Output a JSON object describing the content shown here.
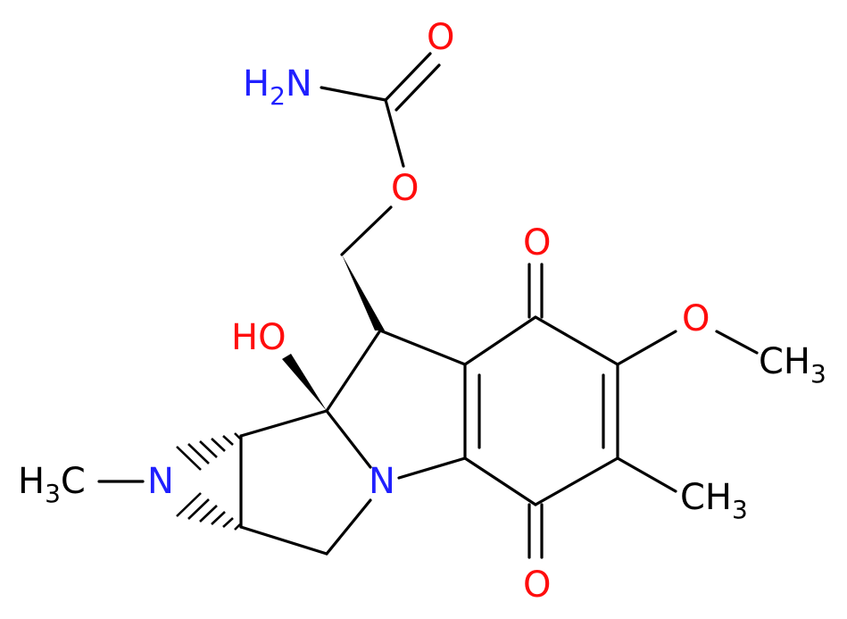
{
  "molecule": {
    "colors": {
      "bond": "#000000",
      "nitrogen": "#2020ff",
      "oxygen": "#ff0d0d",
      "carbon": "#000000"
    },
    "labels": {
      "amine_h": "H",
      "amine_sub": "2",
      "amine_n": "N",
      "carbonyl_o": "O",
      "ester_o": "O",
      "hydroxyl": "HO",
      "quinone_o_top": "O",
      "quinone_o_bottom": "O",
      "methoxy_o": "O",
      "methoxy_ch": "CH",
      "methoxy_sub": "3",
      "methyl_ch": "CH",
      "methyl_sub": "3",
      "aziridine_h": "H",
      "aziridine_sub": "3",
      "aziridine_c": "C",
      "aziridine_n": "N",
      "ring_n": "N"
    }
  }
}
